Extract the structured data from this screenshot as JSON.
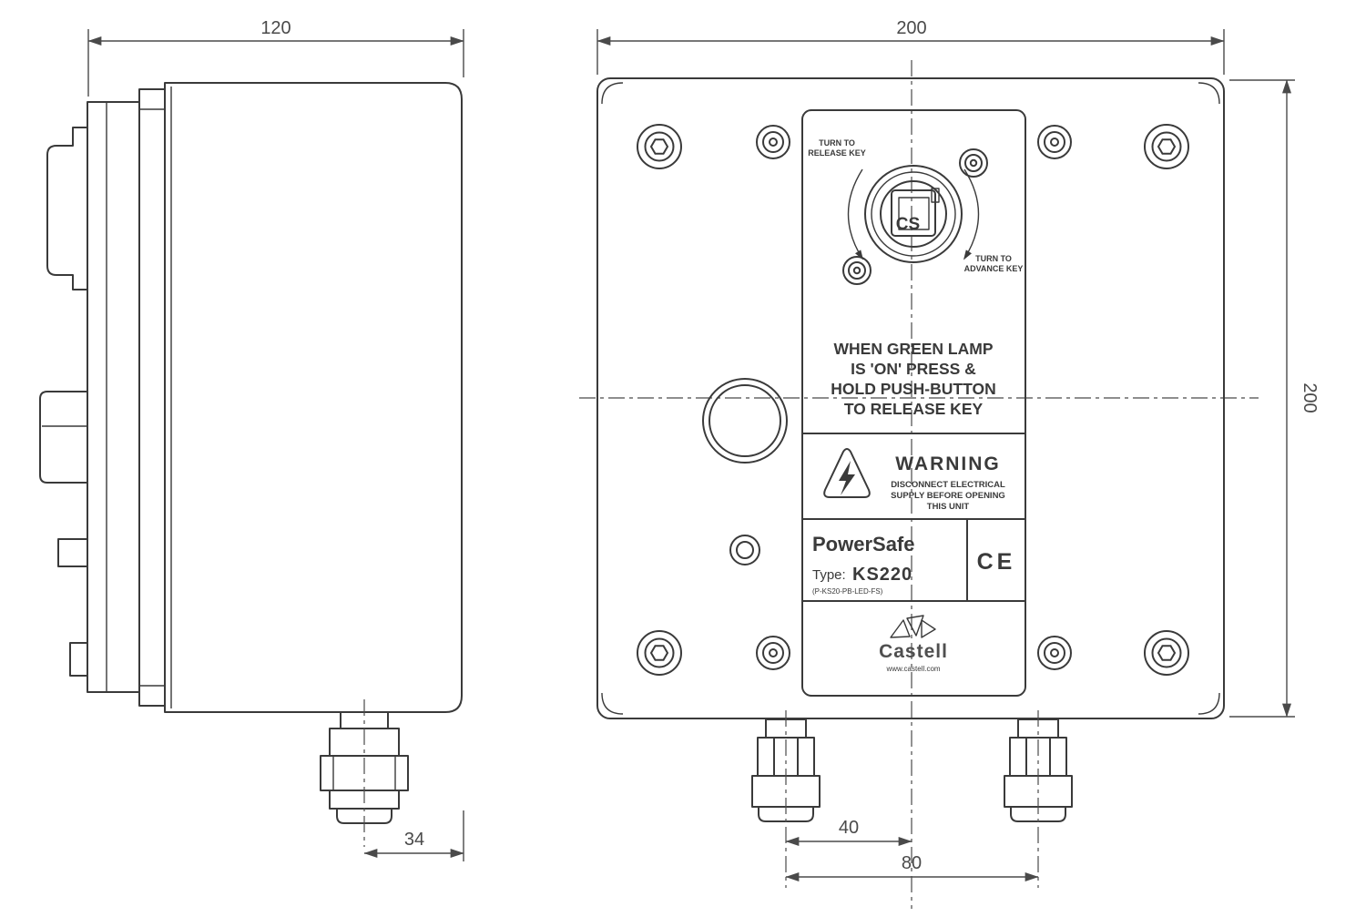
{
  "drawing": {
    "side": {
      "dim_width": "120",
      "dim_gland": "34"
    },
    "front": {
      "dim_width": "200",
      "dim_height": "200",
      "dim_gland_to_center": "40",
      "dim_gland_spacing": "80",
      "key": {
        "code": "CS",
        "release_l1": "TURN TO",
        "release_l2": "RELEASE KEY",
        "advance_l1": "TURN TO",
        "advance_l2": "ADVANCE KEY"
      },
      "instructions": [
        "WHEN GREEN LAMP",
        "IS 'ON' PRESS &",
        "HOLD PUSH-BUTTON",
        "TO RELEASE KEY"
      ],
      "warning": {
        "title": "WARNING",
        "lines": [
          "DISCONNECT ELECTRICAL",
          "SUPPLY BEFORE OPENING",
          "THIS UNIT"
        ]
      },
      "nameplate": {
        "brand": "PowerSafe",
        "type_label": "Type:",
        "type_value": "KS220",
        "type_detail": "(P-KS20-PB-LED-FS)",
        "ce": "CE"
      },
      "logo": {
        "name": "Castell",
        "tagline": "www.castell.com"
      }
    }
  }
}
